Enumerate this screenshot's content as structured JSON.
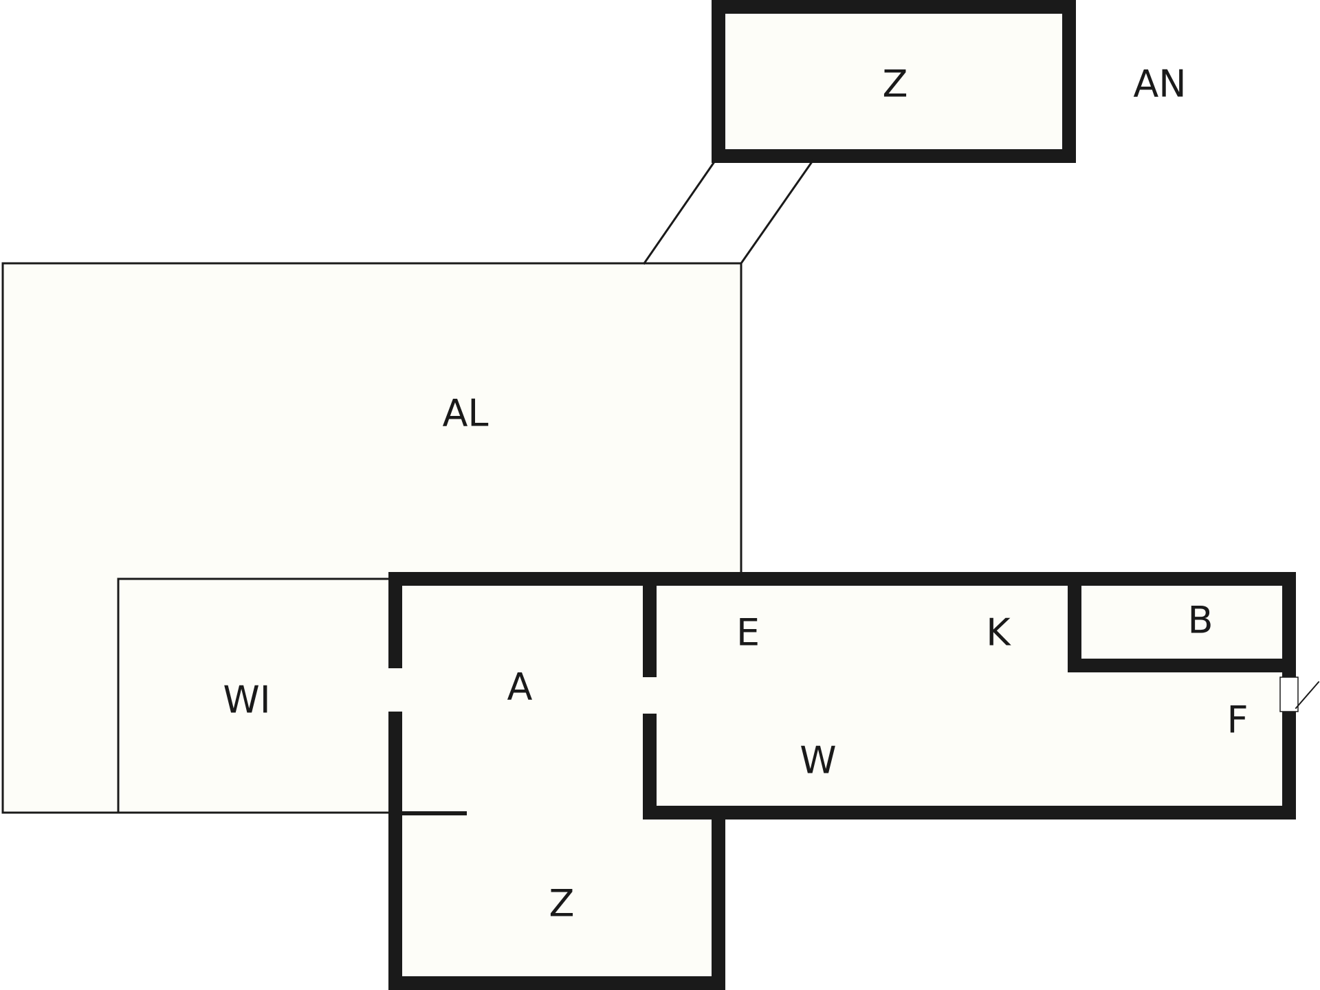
{
  "rooms": {
    "top_z": "Z",
    "an": "AN",
    "al": "AL",
    "wi": "WI",
    "a": "A",
    "e": "E",
    "k": "K",
    "b": "B",
    "f": "F",
    "w": "W",
    "bottom_z": "Z"
  },
  "colors": {
    "wall": "#1a1a1a",
    "floor": "#fdfdf8"
  }
}
